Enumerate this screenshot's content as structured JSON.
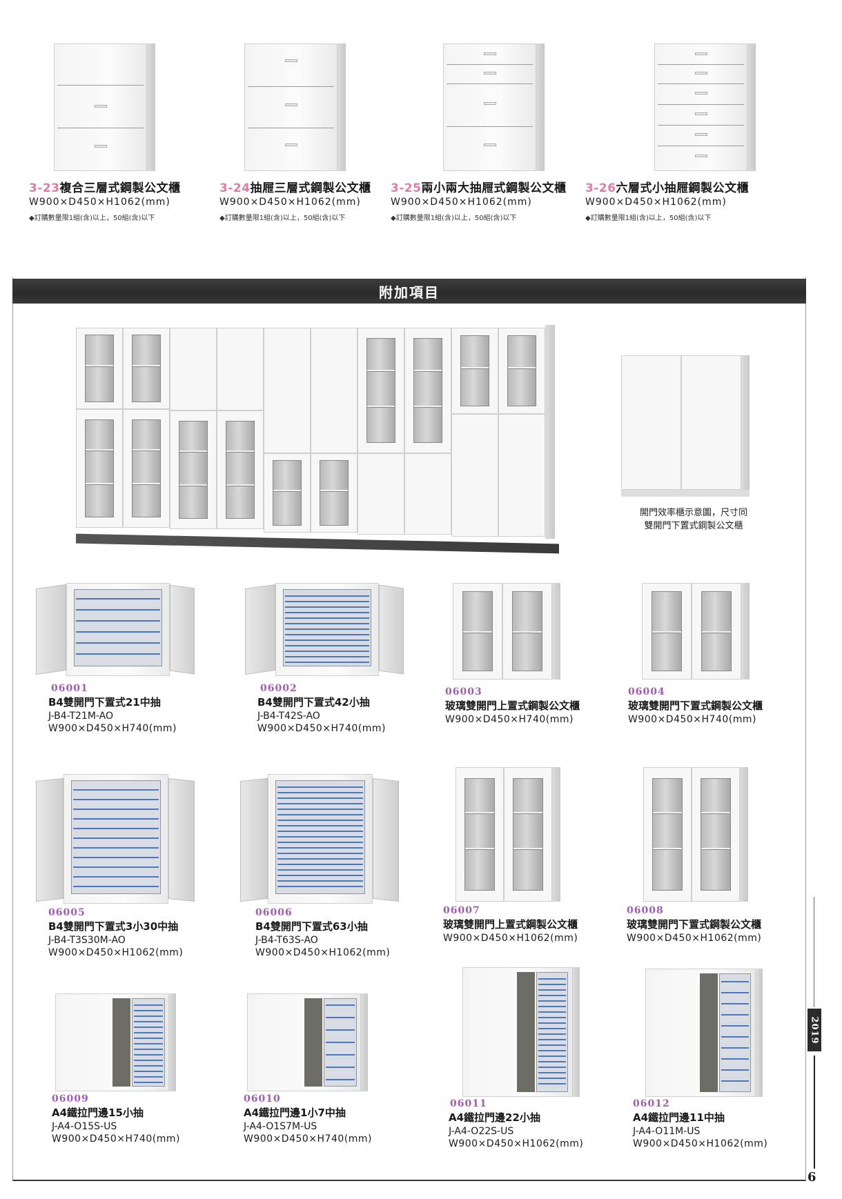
{
  "top_products": [
    {
      "code": "3-23",
      "name": "複合三層式鋼製公文櫃",
      "dimensions": "W900×D450×H1062(mm)",
      "note": "◆訂購數量限1組(含)以上，50組(含)以下"
    },
    {
      "code": "3-24",
      "name": "抽屜三層式鋼製公文櫃",
      "dimensions": "W900×D450×H1062(mm)",
      "note": "◆訂購數量限1組(含)以上，50組(含)以下"
    },
    {
      "code": "3-25",
      "name": "兩小兩大抽屜式鋼製公文櫃",
      "dimensions": "W900×D450×H1062(mm)",
      "note": "◆訂購數量限1組(含)以上，50組(含)以下"
    },
    {
      "code": "3-26",
      "name": "六層式小抽屜鋼製公文櫃",
      "dimensions": "W900×D450×H1062(mm)",
      "note": "◆訂購數量限1組(含)以上，50組(含)以下"
    }
  ],
  "section": {
    "title": "附加項目",
    "wall_caption_line1": "開門效率櫃示意圖，尺寸同",
    "wall_caption_line2": "雙開門下置式鋼製公文櫃"
  },
  "products": [
    {
      "code": "06001",
      "name": "B4雙開門下置式21中抽",
      "model": "J-B4-T21M-AO",
      "dimensions": "W900×D450×H740(mm)"
    },
    {
      "code": "06002",
      "name": "B4雙開門下置式42小抽",
      "model": "J-B4-T42S-AO",
      "dimensions": "W900×D450×H740(mm)"
    },
    {
      "code": "06003",
      "name": "玻璃雙開門上置式鋼製公文櫃",
      "model": "",
      "dimensions": "W900×D450×H740(mm)"
    },
    {
      "code": "06004",
      "name": "玻璃雙開門下置式鋼製公文櫃",
      "model": "",
      "dimensions": "W900×D450×H740(mm)"
    },
    {
      "code": "06005",
      "name": "B4雙開門下置式3小30中抽",
      "model": "J-B4-T3S30M-AO",
      "dimensions": "W900×D450×H1062(mm)"
    },
    {
      "code": "06006",
      "name": "B4雙開門下置式63小抽",
      "model": "J-B4-T63S-AO",
      "dimensions": "W900×D450×H1062(mm)"
    },
    {
      "code": "06007",
      "name": "玻璃雙開門上置式鋼製公文櫃",
      "model": "",
      "dimensions": "W900×D450×H1062(mm)"
    },
    {
      "code": "06008",
      "name": "玻璃雙開門下置式鋼製公文櫃",
      "model": "",
      "dimensions": "W900×D450×H1062(mm)"
    },
    {
      "code": "06009",
      "name": "A4鐵拉門邊15小抽",
      "model": "J-A4-O15S-US",
      "dimensions": "W900×D450×H740(mm)"
    },
    {
      "code": "06010",
      "name": "A4鐵拉門邊1小7中抽",
      "model": "J-A4-O1S7M-US",
      "dimensions": "W900×D450×H740(mm)"
    },
    {
      "code": "06011",
      "name": "A4鐵拉門邊22小抽",
      "model": "J-A4-O22S-US",
      "dimensions": "W900×D450×H1062(mm)"
    },
    {
      "code": "06012",
      "name": "A4鐵拉門邊11中抽",
      "model": "J-A4-O11M-US",
      "dimensions": "W900×D450×H1062(mm)"
    }
  ],
  "page": {
    "year": "2019",
    "number": "6"
  },
  "colors": {
    "code_pink": "#e07aa8",
    "code_purple": "#a05cb0",
    "banner_dark": "#2e2e2e"
  }
}
